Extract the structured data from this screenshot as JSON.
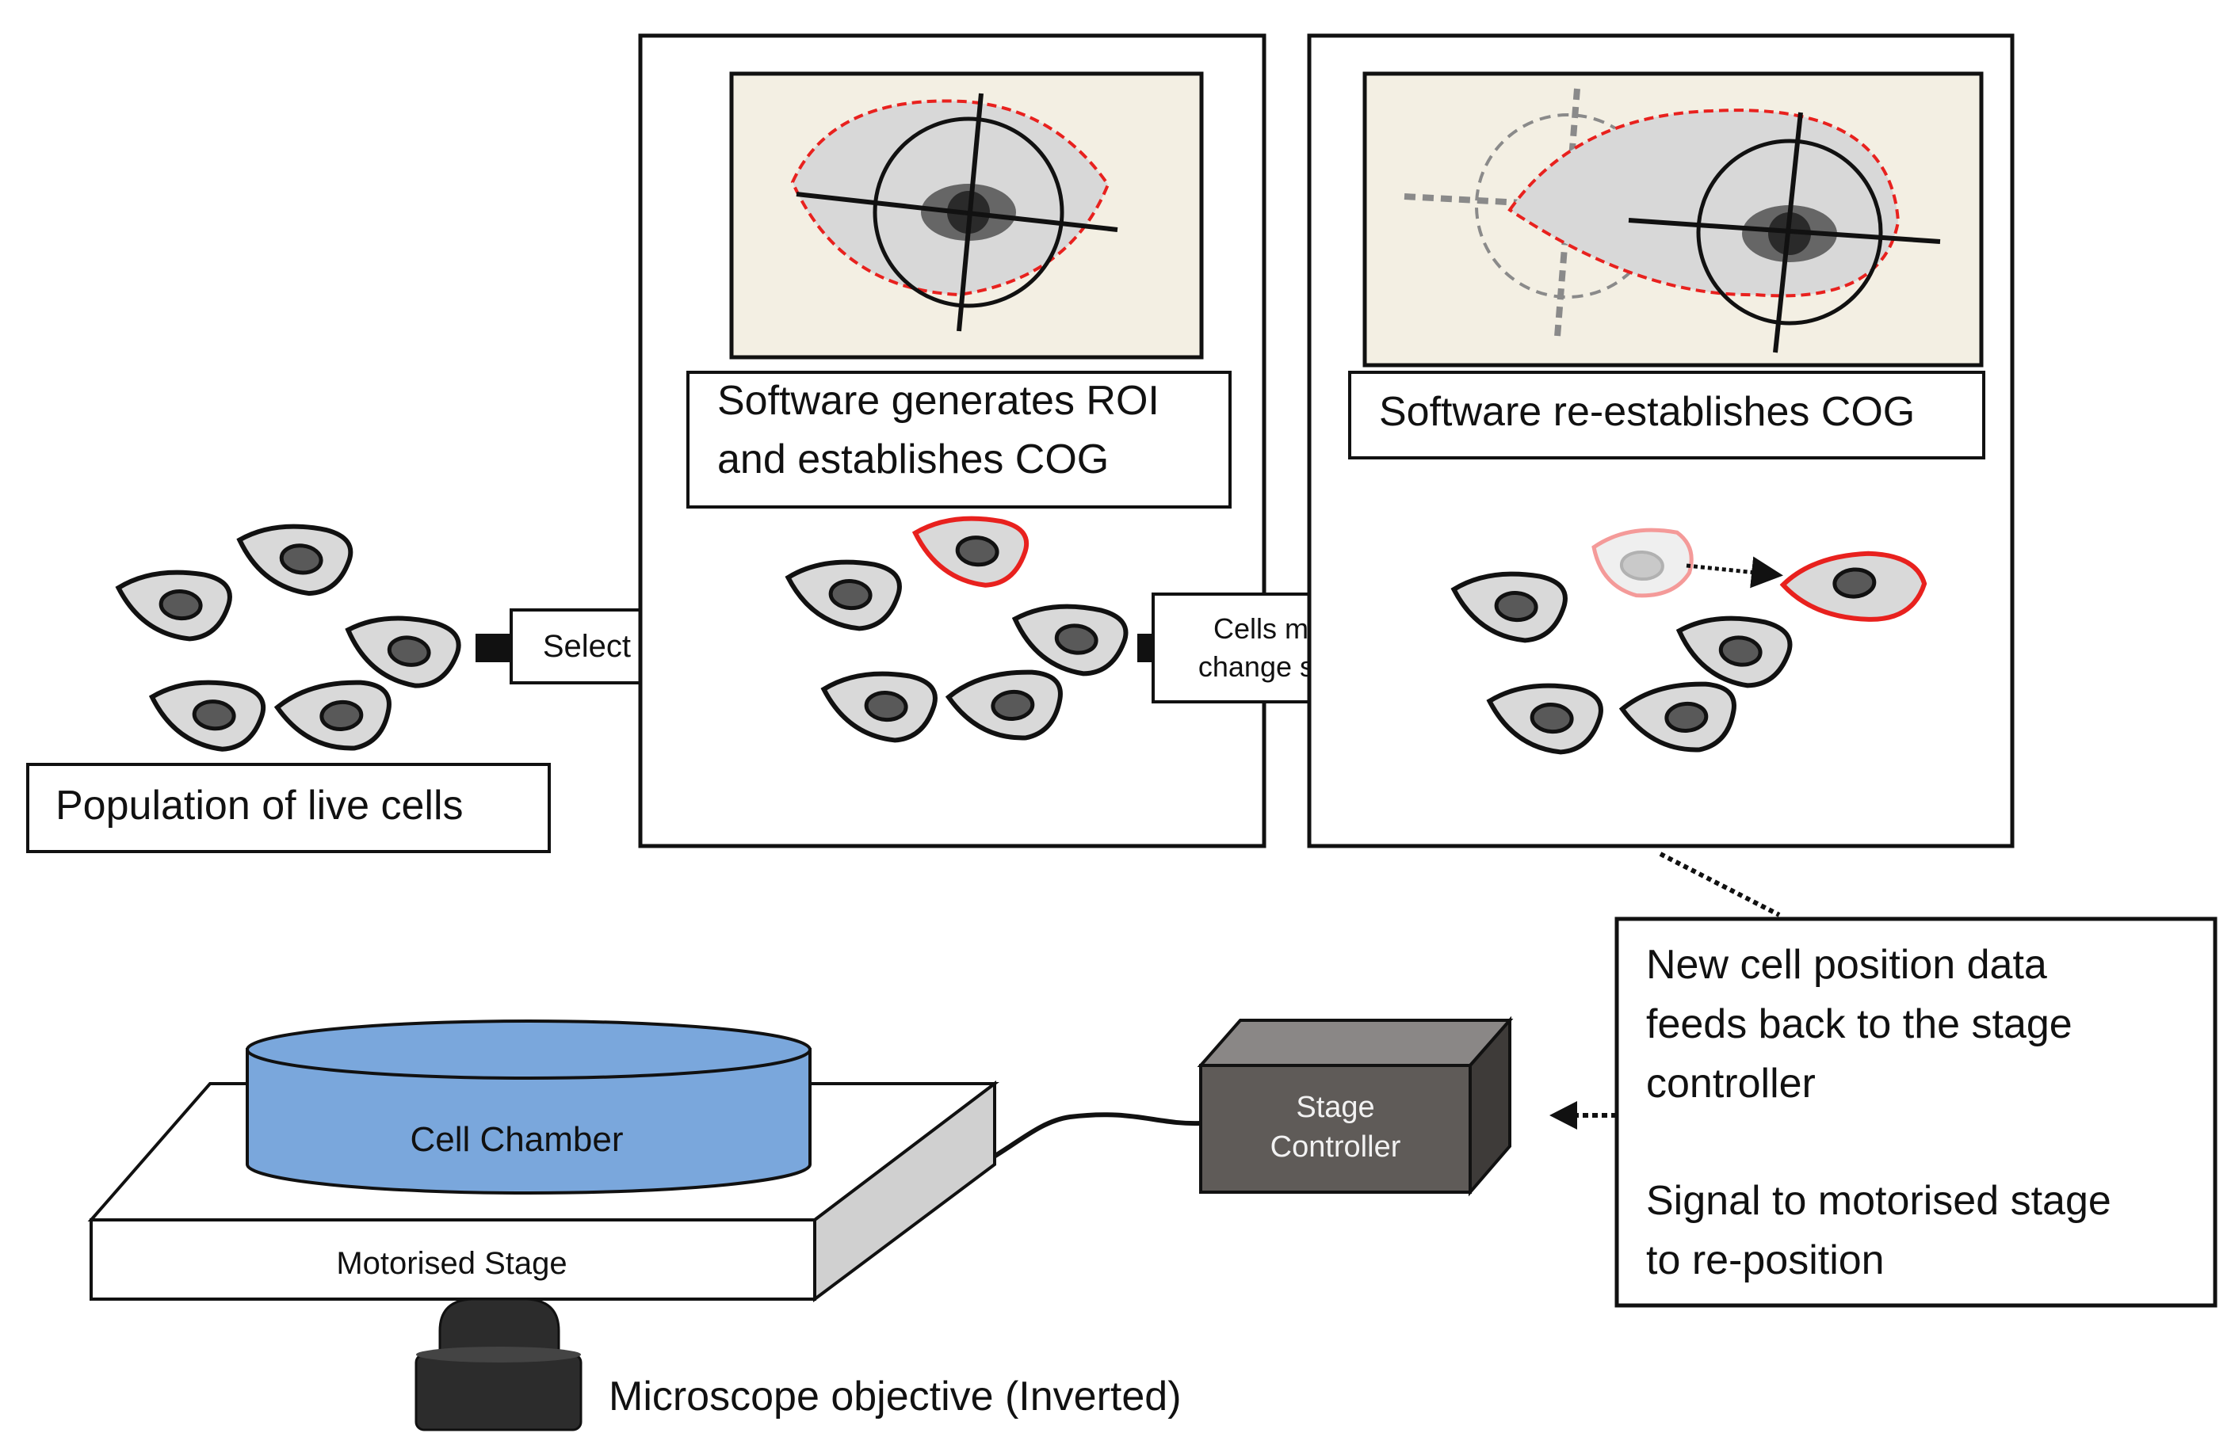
{
  "labels": {
    "population": "Population of live cells",
    "select_cells": "Select cells",
    "software_roi_line1": "Software generates ROI",
    "software_roi_line2": "and establishes COG",
    "cells_move_line1": "Cells move/",
    "cells_move_line2": "change shape",
    "software_reestablish": "Software re-establishes COG",
    "feedback_line1": "New cell position data",
    "feedback_line2": "feeds back to the stage",
    "feedback_line3": "controller",
    "signal_line1": "Signal to motorised stage",
    "signal_line2": "to re-position",
    "stage_controller_line1": "Stage",
    "stage_controller_line2": "Controller",
    "cell_chamber": "Cell Chamber",
    "motorised_stage": "Motorised Stage",
    "objective": "Microscope objective (Inverted)"
  },
  "colors": {
    "roi_outline": "#e8211e",
    "cell_fill": "#d9d9d9",
    "nucleus_fill": "#595959",
    "panel_background": "#f3efe3",
    "chamber_fill": "#7aa7dc",
    "controller_fill": "#5f5b58"
  }
}
